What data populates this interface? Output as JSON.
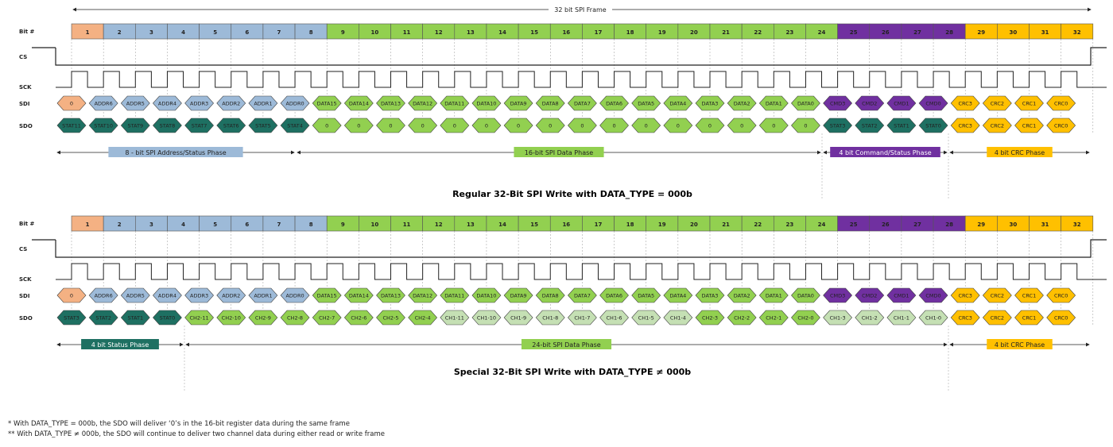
{
  "frame_label": "32 bit SPI Frame",
  "signal_labels": {
    "bit": "Bit #",
    "cs": "CS",
    "sck": "SCK",
    "sdi": "SDI",
    "sdo": "SDO"
  },
  "bit_numbers": [
    "1",
    "2",
    "3",
    "4",
    "5",
    "6",
    "7",
    "8",
    "9",
    "10",
    "11",
    "12",
    "13",
    "14",
    "15",
    "16",
    "17",
    "18",
    "19",
    "20",
    "21",
    "22",
    "23",
    "24",
    "25",
    "26",
    "27",
    "28",
    "29",
    "30",
    "31",
    "32"
  ],
  "colors": {
    "peach": "#f4b183",
    "blue": "#9dbad8",
    "green": "#92d050",
    "purple": "#7030a0",
    "gold": "#ffc000",
    "teal": "#1e7062",
    "lightgreen": "#c5e0b4",
    "grid": "#999999"
  },
  "diagrams": [
    {
      "title": "Regular 32-Bit SPI Write with DATA_TYPE = 000b",
      "sdi": [
        "0",
        "ADDR6",
        "ADDR5",
        "ADDR4",
        "ADDR3",
        "ADDR2",
        "ADDR1",
        "ADDR0",
        "DATA15",
        "DATA14",
        "DATA13",
        "DATA12",
        "DATA11",
        "DATA10",
        "DATA9",
        "DATA8",
        "DATA7",
        "DATA6",
        "DATA5",
        "DATA4",
        "DATA3",
        "DATA2",
        "DATA1",
        "DATA0",
        "CMD3",
        "CMD2",
        "CMD1",
        "CMD0",
        "CRC3",
        "CRC2",
        "CRC1",
        "CRC0"
      ],
      "sdi_colors": [
        "peach",
        "blue",
        "blue",
        "blue",
        "blue",
        "blue",
        "blue",
        "blue",
        "green",
        "green",
        "green",
        "green",
        "green",
        "green",
        "green",
        "green",
        "green",
        "green",
        "green",
        "green",
        "green",
        "green",
        "green",
        "green",
        "purple",
        "purple",
        "purple",
        "purple",
        "gold",
        "gold",
        "gold",
        "gold"
      ],
      "sdo": [
        "STAT11",
        "STAT10",
        "STAT9",
        "STAT8",
        "STAT7",
        "STAT6",
        "STAT5",
        "STAT4",
        "0",
        "0",
        "0",
        "0",
        "0",
        "0",
        "0",
        "0",
        "0",
        "0",
        "0",
        "0",
        "0",
        "0",
        "0",
        "0",
        "STAT3",
        "STAT2",
        "STAT1",
        "STAT0",
        "CRC3",
        "CRC2",
        "CRC1",
        "CRC0"
      ],
      "sdo_colors": [
        "teal",
        "teal",
        "teal",
        "teal",
        "teal",
        "teal",
        "teal",
        "teal",
        "green",
        "green",
        "green",
        "green",
        "green",
        "green",
        "green",
        "green",
        "green",
        "green",
        "green",
        "green",
        "green",
        "green",
        "green",
        "green",
        "teal",
        "teal",
        "teal",
        "teal",
        "gold",
        "gold",
        "gold",
        "gold"
      ],
      "phases": [
        {
          "label": "8 - bit SPI Address/Status Phase",
          "color": "blue"
        },
        {
          "label": "16-bit SPI Data Phase",
          "color": "green"
        },
        {
          "label": "4 bit Command/Status Phase",
          "color": "purple"
        },
        {
          "label": "4 bit CRC Phase",
          "color": "gold"
        }
      ]
    },
    {
      "title": "Special 32-Bit SPI Write with DATA_TYPE ≠ 000b",
      "sdi": [
        "0",
        "ADDR6",
        "ADDR5",
        "ADDR4",
        "ADDR3",
        "ADDR2",
        "ADDR1",
        "ADDR0",
        "DATA15",
        "DATA14",
        "DATA13",
        "DATA12",
        "DATA11",
        "DATA10",
        "DATA9",
        "DATA8",
        "DATA7",
        "DATA6",
        "DATA5",
        "DATA4",
        "DATA3",
        "DATA2",
        "DATA1",
        "DATA0",
        "CMD3",
        "CMD2",
        "CMD1",
        "CMD0",
        "CRC3",
        "CRC2",
        "CRC1",
        "CRC0"
      ],
      "sdi_colors": [
        "peach",
        "blue",
        "blue",
        "blue",
        "blue",
        "blue",
        "blue",
        "blue",
        "green",
        "green",
        "green",
        "green",
        "green",
        "green",
        "green",
        "green",
        "green",
        "green",
        "green",
        "green",
        "green",
        "green",
        "green",
        "green",
        "purple",
        "purple",
        "purple",
        "purple",
        "gold",
        "gold",
        "gold",
        "gold"
      ],
      "sdo": [
        "STAT3",
        "STAT2",
        "STAT1",
        "STAT0",
        "CH2-11",
        "CH2-10",
        "CH2-9",
        "CH2-8",
        "CH2-7",
        "CH2-6",
        "CH2-5",
        "CH2-4",
        "CH1-11",
        "CH1-10",
        "CH1-9",
        "CH1-8",
        "CH1-7",
        "CH1-6",
        "CH1-5",
        "CH1-4",
        "CH2-3",
        "CH2-2",
        "CH2-1",
        "CH2-0",
        "CH1-3",
        "CH1-2",
        "CH1-1",
        "CH1-0",
        "CRC3",
        "CRC2",
        "CRC1",
        "CRC0"
      ],
      "sdo_colors": [
        "teal",
        "teal",
        "teal",
        "teal",
        "green",
        "green",
        "green",
        "green",
        "green",
        "green",
        "green",
        "green",
        "lightgreen",
        "lightgreen",
        "lightgreen",
        "lightgreen",
        "lightgreen",
        "lightgreen",
        "lightgreen",
        "lightgreen",
        "green",
        "green",
        "green",
        "green",
        "lightgreen",
        "lightgreen",
        "lightgreen",
        "lightgreen",
        "gold",
        "gold",
        "gold",
        "gold"
      ],
      "phases": [
        {
          "label": "4 bit Status Phase",
          "color": "teal"
        },
        {
          "label": "24-bit SPI Data Phase",
          "color": "green"
        },
        {
          "label": "4 bit CRC Phase",
          "color": "gold"
        }
      ]
    }
  ],
  "notes": [
    "*   With DATA_TYPE = 000b, the SDO will deliver ‘0’s in the 16-bit register data during the same frame",
    "** With DATA_TYPE ≠ 000b, the SDO will continue to deliver two channel data during either read or write frame"
  ]
}
